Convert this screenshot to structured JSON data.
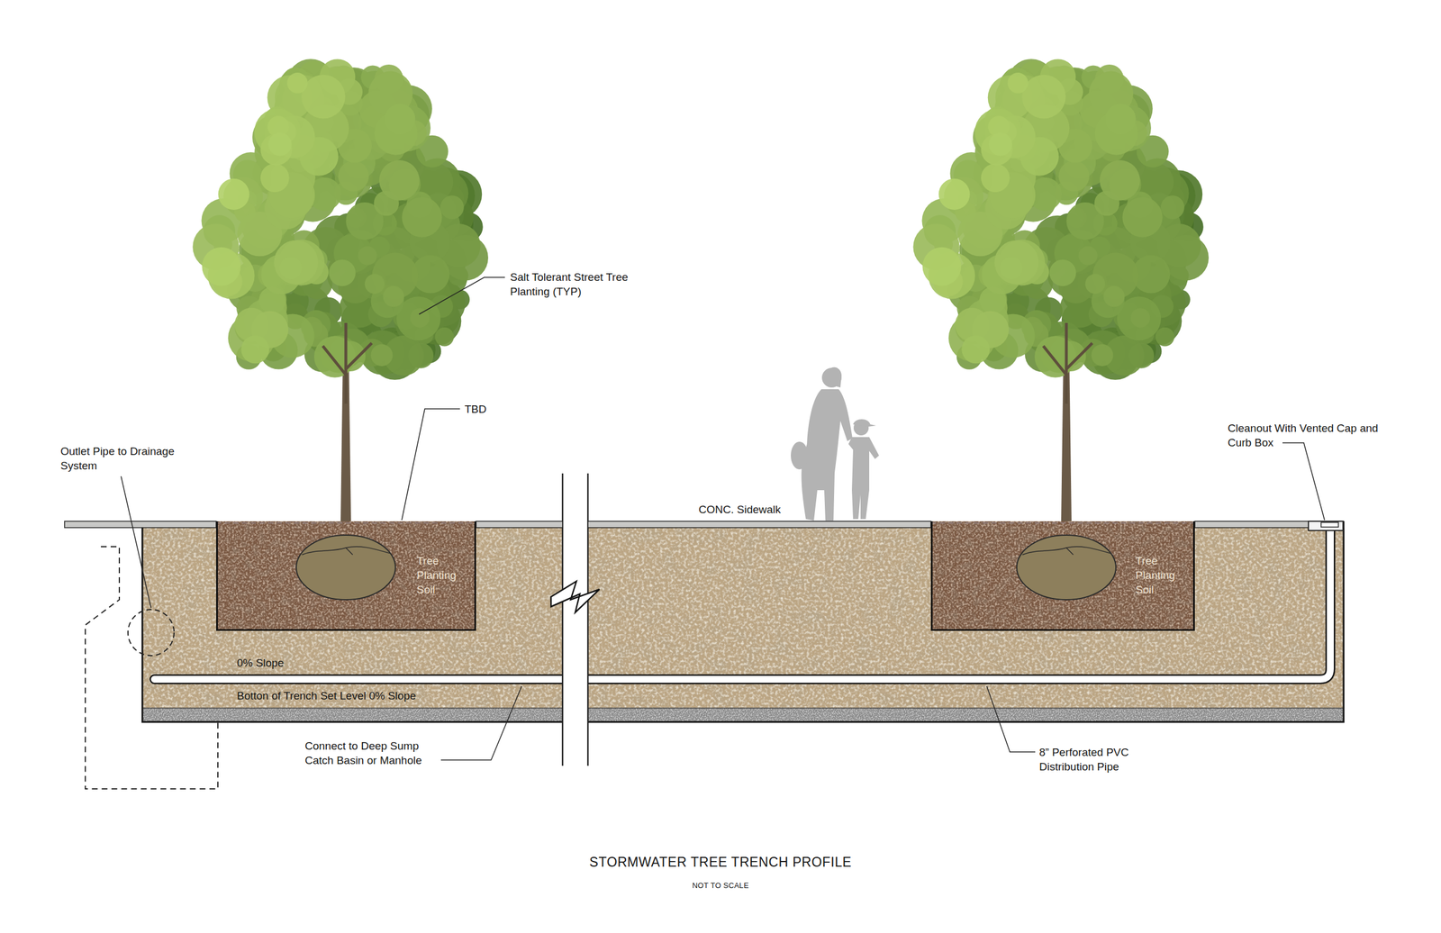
{
  "diagram": {
    "title": "STORMWATER TREE TRENCH PROFILE",
    "caption": "NOT TO SCALE",
    "nodes": [
      {
        "text": [
          "Tree Planting Soil"
        ]
      },
      {
        "text": [
          "Tree Planting Soil"
        ]
      }
    ],
    "labels": [
      "Salt Tolerant Street Tree Planting (TYP)",
      "TBD",
      "Outlet Pipe to Drainage System",
      "CONC. Sidewalk",
      "Cleanout With Vented Cap and Curb Box",
      "0% Slope",
      "Botton of Trench Set Level 0% Slope",
      "Connect to Deep Sump Catch Basin or Manhole",
      "8” Perforated PVC Distribution Pipe"
    ]
  }
}
